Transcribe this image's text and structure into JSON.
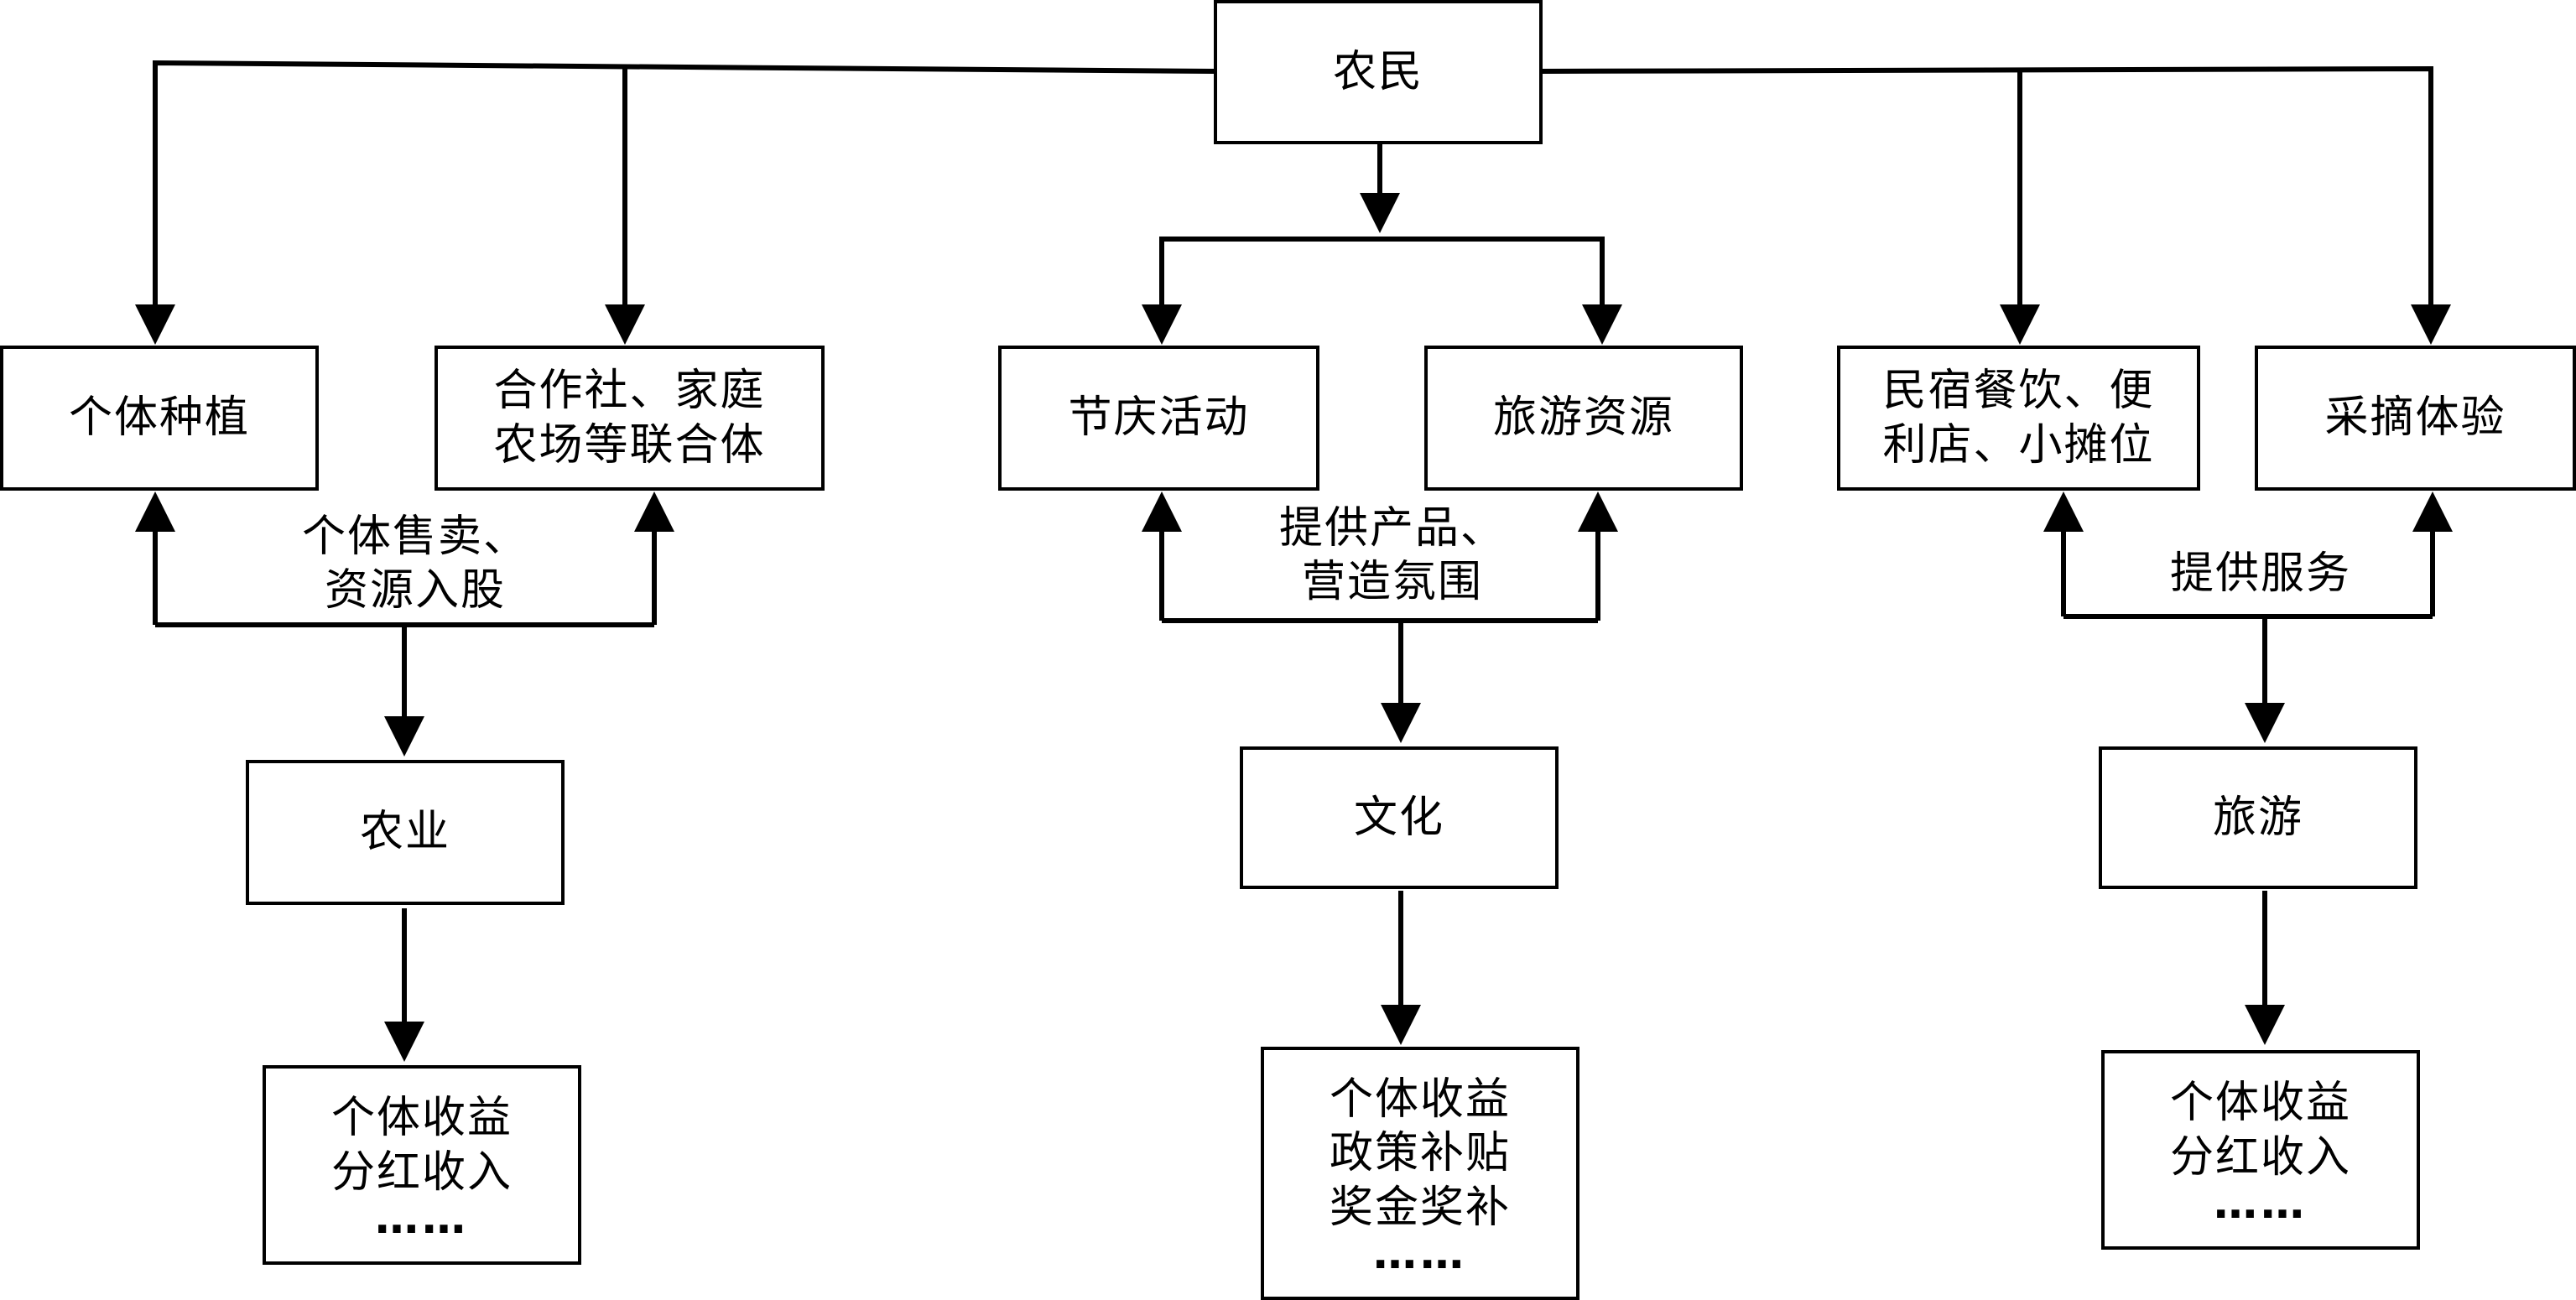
{
  "root": "农民",
  "branches": {
    "agriculture": {
      "nodes": [
        "个体种植",
        "合作社、家庭农场等联合体"
      ],
      "node_lines": [
        [
          "个体种植"
        ],
        [
          "合作社、家庭",
          "农场等联合体"
        ]
      ],
      "label_lines": [
        "个体售卖、",
        "资源入股"
      ],
      "sector": "农业",
      "outcomes": [
        "个体收益",
        "分红收入"
      ],
      "ellipsis": "……"
    },
    "culture": {
      "nodes": [
        "节庆活动",
        "旅游资源"
      ],
      "node_lines": [
        [
          "节庆活动"
        ],
        [
          "旅游资源"
        ]
      ],
      "label_lines": [
        "提供产品、",
        "营造氛围"
      ],
      "sector": "文化",
      "outcomes": [
        "个体收益",
        "政策补贴",
        "奖金奖补"
      ],
      "ellipsis": "……"
    },
    "tourism": {
      "nodes": [
        "民宿餐饮、便利店、小摊位",
        "采摘体验"
      ],
      "node_lines": [
        [
          "民宿餐饮、便",
          "利店、小摊位"
        ],
        [
          "采摘体验"
        ]
      ],
      "label_lines": [
        "提供服务"
      ],
      "sector": "旅游",
      "outcomes": [
        "个体收益",
        "分红收入"
      ],
      "ellipsis": "……"
    }
  },
  "colors": {
    "line": "#000000",
    "box_fill": "#ffffff",
    "text": "#000000"
  }
}
